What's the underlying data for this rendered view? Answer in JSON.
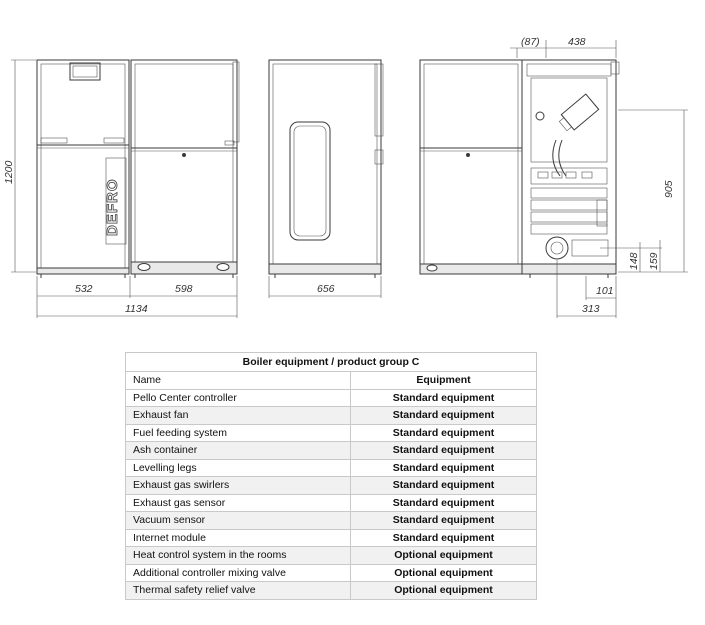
{
  "drawing": {
    "dimensions": {
      "height": "1200",
      "front_left_width": "532",
      "front_right_width": "598",
      "total_width": "1134",
      "side_depth": "656",
      "top_offset": "(87)",
      "top_width": "438",
      "flue_height": "905",
      "outlet_height_a": "148",
      "outlet_height_b": "159",
      "offset_a": "101",
      "offset_b": "313"
    },
    "logo_text": "DEFRO"
  },
  "table": {
    "title": "Boiler equipment / product group C",
    "col_name": "Name",
    "col_equipment": "Equipment",
    "rows": [
      {
        "name": "Pello Center controller",
        "value": "Standard equipment"
      },
      {
        "name": "Exhaust fan",
        "value": "Standard equipment"
      },
      {
        "name": "Fuel feeding system",
        "value": "Standard equipment"
      },
      {
        "name": "Ash container",
        "value": "Standard equipment"
      },
      {
        "name": "Levelling legs",
        "value": "Standard equipment"
      },
      {
        "name": "Exhaust gas swirlers",
        "value": "Standard equipment"
      },
      {
        "name": "Exhaust gas sensor",
        "value": "Standard equipment"
      },
      {
        "name": "Vacuum sensor",
        "value": "Standard equipment"
      },
      {
        "name": "Internet module",
        "value": "Standard equipment"
      },
      {
        "name": "Heat control system in the rooms",
        "value": "Optional equipment"
      },
      {
        "name": "Additional controller mixing valve",
        "value": "Optional equipment"
      },
      {
        "name": "Thermal safety relief valve",
        "value": "Optional equipment"
      }
    ]
  }
}
